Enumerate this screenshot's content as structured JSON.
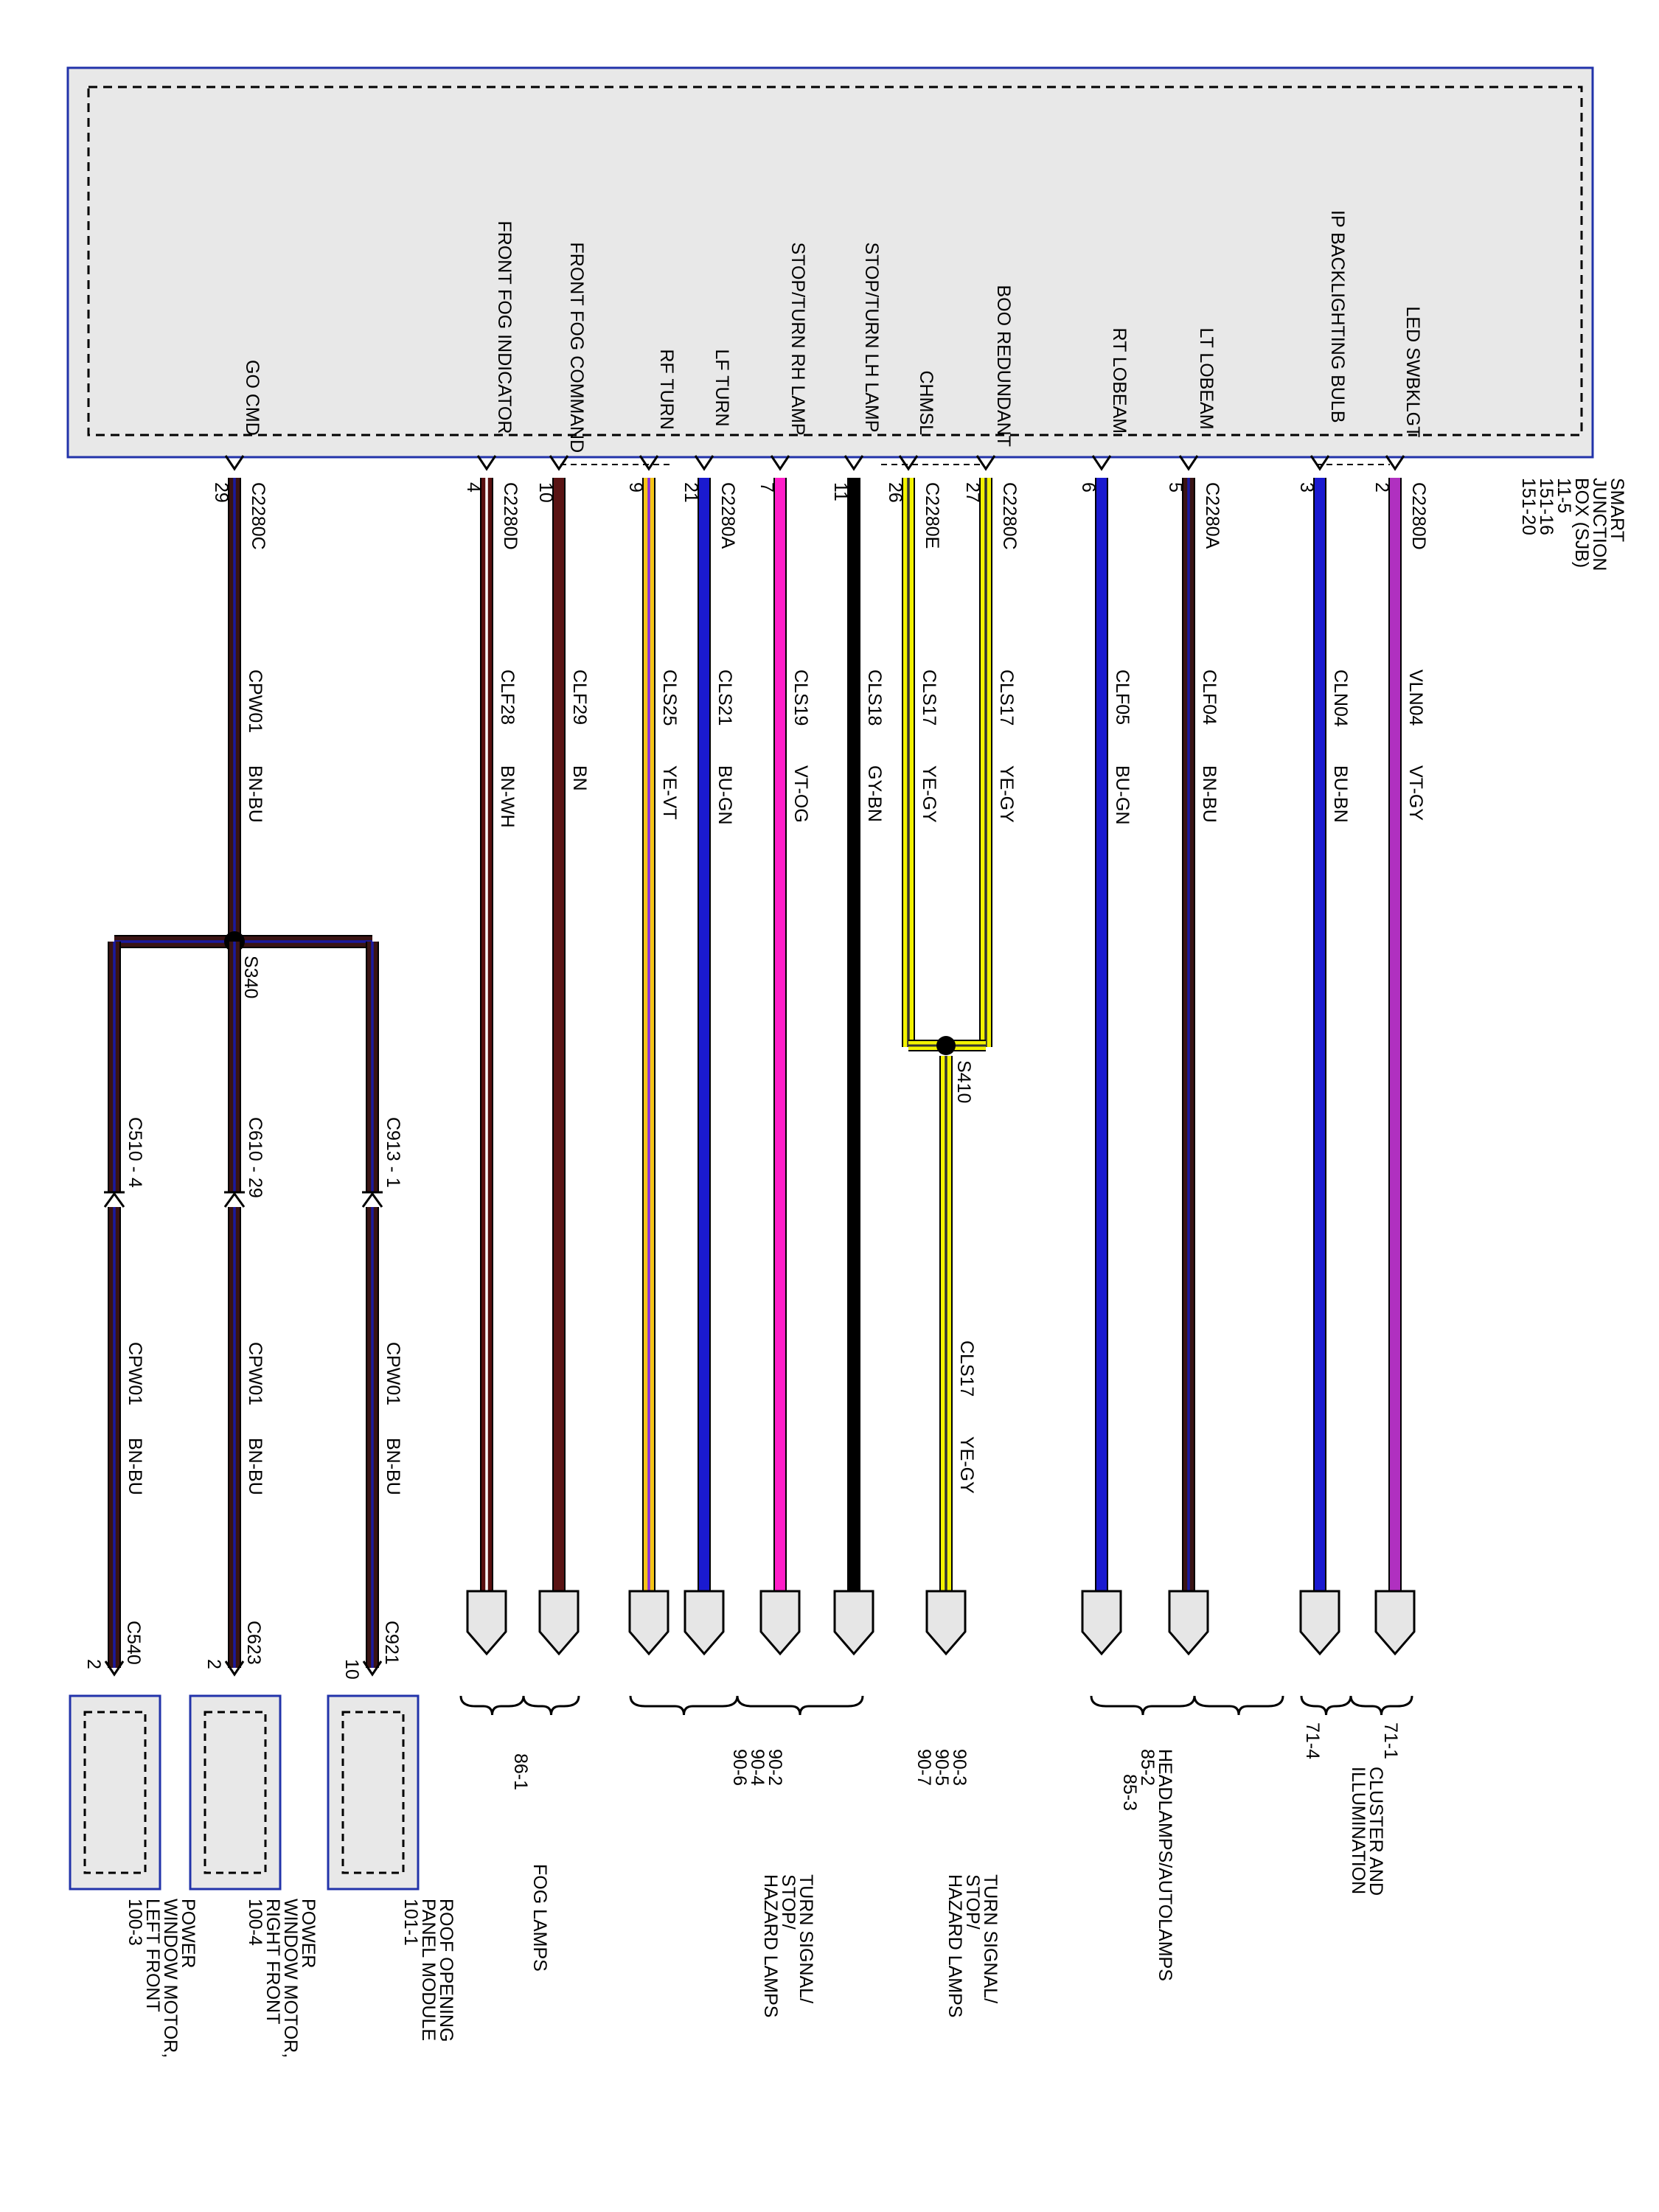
{
  "module": {
    "name_lines": [
      "SMART",
      "JUNCTION",
      "BOX (SJB)"
    ],
    "refs": [
      "11-5",
      "151-16",
      "151-20"
    ]
  },
  "colors": {
    "BN-BU": [
      "#3a1414",
      "#1a1aa0"
    ],
    "BN-WH": [
      "#5a1010",
      "#ffffff"
    ],
    "BN": [
      "#5a1414",
      "#5a1414"
    ],
    "YE-VT": [
      "#f5c518",
      "#8a2be2"
    ],
    "BU-GN": [
      "#1a1ad0",
      "#1a1ad0"
    ],
    "VT-OG": [
      "#ff1ec8",
      "#ff1ec8"
    ],
    "GY-BN": [
      "#000000",
      "#000000"
    ],
    "YE-GY": [
      "#f2f200",
      "#333333"
    ],
    "BU-BN": [
      "#1a1ad0",
      "#1a1ad0"
    ],
    "VT-GY": [
      "#b030c0",
      "#b030c0"
    ],
    "module_border": "#2233aa"
  },
  "circuits": [
    {
      "signal": "GO CMD",
      "connector": "C2280C",
      "pin": "29",
      "circuit": "CPW01",
      "color": "BN-BU"
    },
    {
      "signal": "FRONT FOG INDICATOR",
      "connector": "C2280D",
      "pin": "4",
      "circuit": "CLF28",
      "color": "BN-WH"
    },
    {
      "signal": "FRONT FOG COMMAND",
      "connector": "",
      "pin": "10",
      "circuit": "CLF29",
      "color": "BN"
    },
    {
      "signal": "RF TURN",
      "connector": "",
      "pin": "9",
      "circuit": "CLS25",
      "color": "YE-VT"
    },
    {
      "signal": "LF TURN",
      "connector": "C2280A",
      "pin": "21",
      "circuit": "CLS21",
      "color": "BU-GN"
    },
    {
      "signal": "STOP/TURN RH LAMP",
      "connector": "",
      "pin": "7",
      "circuit": "CLS19",
      "color": "VT-OG"
    },
    {
      "signal": "STOP/TURN LH LAMP",
      "connector": "",
      "pin": "11",
      "circuit": "CLS18",
      "color": "GY-BN"
    },
    {
      "signal": "CHMSL",
      "connector": "C2280E",
      "pin": "26",
      "circuit": "CLS17",
      "color": "YE-GY"
    },
    {
      "signal": "BOO REDUNDANT",
      "connector": "C2280C",
      "pin": "27",
      "circuit": "CLS17",
      "color": "YE-GY"
    },
    {
      "signal": "RT LOBEAM",
      "connector": "",
      "pin": "6",
      "circuit": "CLF05",
      "color": "BU-GN"
    },
    {
      "signal": "LT LOBEAM",
      "connector": "C2280A",
      "pin": "5",
      "circuit": "CLF04",
      "color": "BN-BU"
    },
    {
      "signal": "IP BACKLIGHTING BULB",
      "connector": "",
      "pin": "3",
      "circuit": "CLN04",
      "color": "BU-BN"
    },
    {
      "signal": "LED SWBKLGT",
      "connector": "C2280D",
      "pin": "2",
      "circuit": "VLN04",
      "color": "VT-GY"
    }
  ],
  "splices": {
    "s340": "S340",
    "s410": "S410"
  },
  "branches": [
    {
      "inline": "C510 - 4",
      "circuit": "CPW01",
      "color": "BN-BU",
      "end_conn": "C540",
      "end_pin": "2",
      "component_lines": [
        "POWER",
        "WINDOW MOTOR,",
        "LEFT FRONT",
        "100-3"
      ]
    },
    {
      "inline": "C610 - 29",
      "circuit": "CPW01",
      "color": "BN-BU",
      "end_conn": "C623",
      "end_pin": "2",
      "component_lines": [
        "POWER",
        "WINDOW MOTOR,",
        "RIGHT FRONT",
        "100-4"
      ]
    },
    {
      "inline": "C913 - 1",
      "circuit": "CPW01",
      "color": "BN-BU",
      "end_conn": "C921",
      "end_pin": "10",
      "component_lines": [
        "ROOF OPENING",
        "PANEL MODULE",
        "101-1"
      ]
    }
  ],
  "s410_out": {
    "circuit": "CLS17",
    "color": "YE-GY"
  },
  "groups": [
    {
      "refs": [
        "86-1"
      ],
      "title_lines": [
        "FOG LAMPS"
      ]
    },
    {
      "refs": [
        "90-2",
        "90-4",
        "90-6"
      ],
      "title_lines": [
        "TURN SIGNAL/",
        "STOP/",
        "HAZARD LAMPS"
      ]
    },
    {
      "refs": [
        "90-3",
        "90-5",
        "90-7"
      ],
      "title_lines": [
        "TURN SIGNAL/",
        "STOP/",
        "HAZARD LAMPS"
      ]
    },
    {
      "refs": [
        "85-2",
        "85-3"
      ],
      "title_lines": [
        "HEADLAMPS/AUTOLAMPS"
      ]
    },
    {
      "refs": [
        "71-4",
        "71-1"
      ],
      "title_lines": [
        "CLUSTER AND",
        "ILLUMINATION"
      ]
    }
  ]
}
